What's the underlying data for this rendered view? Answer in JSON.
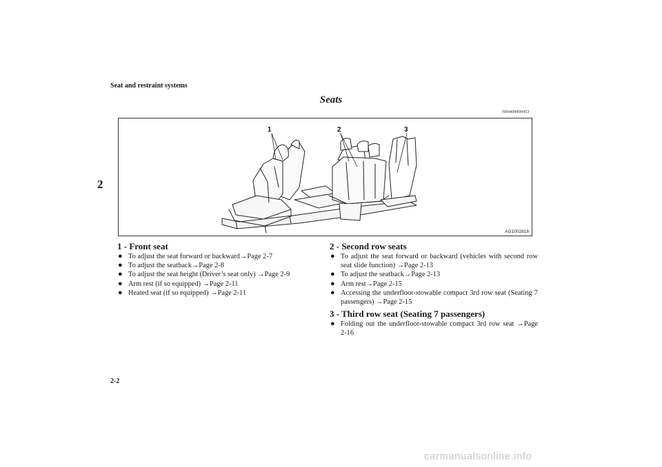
{
  "header": {
    "section": "Seat and restraint systems",
    "chapter": "2"
  },
  "title": "Seats",
  "doc_code": "N00408400453",
  "figure": {
    "callouts": [
      "1",
      "2",
      "3"
    ],
    "code": "AG1002818"
  },
  "sections": [
    {
      "heading": "1 - Front seat",
      "items": [
        "To adjust the seat forward or backward→Page 2-7",
        "To adjust the seatback→Page 2-8",
        "To adjust the seat height (Driver’s seat only) →Page 2-9",
        "Arm rest (if so equipped) →Page 2-11",
        "Heated seat (if so equipped) →Page 2-11"
      ]
    },
    {
      "heading": "2 - Second row seats",
      "items": [
        "To adjust the seat forward or backward (vehicles with second row seat slide function) →Page 2-13",
        "To adjust the seatback→Page 2-13",
        "Arm rest→Page 2-15",
        "Accessing the underfloor-stowable compact 3rd row seat (Seating 7 passengers) →Page 2-15"
      ]
    },
    {
      "heading": "3 - Third row seat (Seating 7 passengers)",
      "items": [
        "Folding out the underfloor-stowable compact 3rd row seat →Page 2-16"
      ]
    }
  ],
  "bullet_glyph": "●",
  "footer": {
    "page_number": "2-2"
  },
  "watermark": "carmanualsonline.info"
}
